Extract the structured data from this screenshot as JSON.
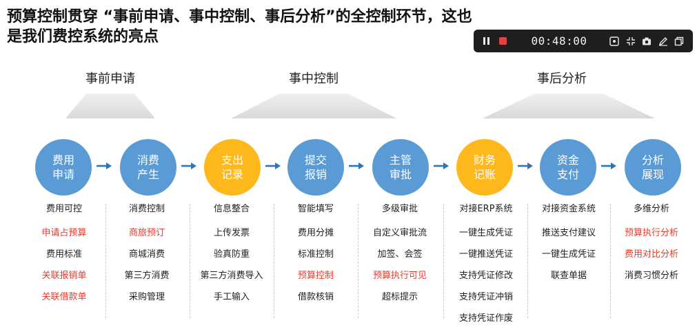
{
  "title": "预算控制贯穿  “事前申请、事中控制、事后分析”的全控制环节，这也是我们费控系统的亮点",
  "recorder": {
    "timer": "00:48:00"
  },
  "stages": [
    "事前申请",
    "事中控制",
    "事后分析"
  ],
  "steps": [
    {
      "label": "费用\n申请",
      "color": "blue"
    },
    {
      "label": "消费\n产生",
      "color": "blue"
    },
    {
      "label": "支出\n记录",
      "color": "orange"
    },
    {
      "label": "提交\n报销",
      "color": "blue"
    },
    {
      "label": "主管\n审批",
      "color": "blue"
    },
    {
      "label": "财务\n记账",
      "color": "orange"
    },
    {
      "label": "资金\n支付",
      "color": "blue"
    },
    {
      "label": "分析\n展现",
      "color": "blue"
    }
  ],
  "columns": [
    {
      "head": "费用可控",
      "items": [
        {
          "text": "申请占预算",
          "red": true
        },
        {
          "text": "费用标准",
          "red": false
        },
        {
          "text": "关联报销单",
          "red": true
        },
        {
          "text": "关联借款单",
          "red": true
        }
      ]
    },
    {
      "head": "消费控制",
      "items": [
        {
          "text": "商旅预订",
          "red": true
        },
        {
          "text": "商城消费",
          "red": false
        },
        {
          "text": "第三方消费",
          "red": false
        },
        {
          "text": "采购管理",
          "red": false
        }
      ]
    },
    {
      "head": "信息整合",
      "items": [
        {
          "text": "上传发票",
          "red": false
        },
        {
          "text": "验真防重",
          "red": false
        },
        {
          "text": "第三方消费导入",
          "red": false
        },
        {
          "text": "手工输入",
          "red": false
        }
      ]
    },
    {
      "head": "智能填写",
      "items": [
        {
          "text": "费用分摊",
          "red": false
        },
        {
          "text": "标准控制",
          "red": false
        },
        {
          "text": "预算控制",
          "red": true
        },
        {
          "text": "借款核销",
          "red": false
        }
      ]
    },
    {
      "head": "多级审批",
      "items": [
        {
          "text": "自定义审批流",
          "red": false
        },
        {
          "text": "加签、会签",
          "red": false
        },
        {
          "text": "预算执行可见",
          "red": true
        },
        {
          "text": "超标提示",
          "red": false
        }
      ]
    },
    {
      "head": "对接ERP系统",
      "items": [
        {
          "text": "一键生成凭证",
          "red": false
        },
        {
          "text": "一键推送凭证",
          "red": false
        },
        {
          "text": "支持凭证修改",
          "red": false
        },
        {
          "text": "支持凭证冲销",
          "red": false
        },
        {
          "text": "支持凭证作废",
          "red": false
        }
      ]
    },
    {
      "head": "对接资金系统",
      "items": [
        {
          "text": "推送支付建议",
          "red": false
        },
        {
          "text": "一键生成凭证",
          "red": false
        },
        {
          "text": "联查单据",
          "red": false
        }
      ]
    },
    {
      "head": "多维分析",
      "items": [
        {
          "text": "预算执行分析",
          "red": true
        },
        {
          "text": "费用对比分析",
          "red": true
        },
        {
          "text": "消费习惯分析",
          "red": false
        }
      ]
    }
  ],
  "colors": {
    "blue": "#5b9bd5",
    "orange": "#ffb81c",
    "red": "#e83a2c",
    "arrow": "#2e75b6"
  }
}
